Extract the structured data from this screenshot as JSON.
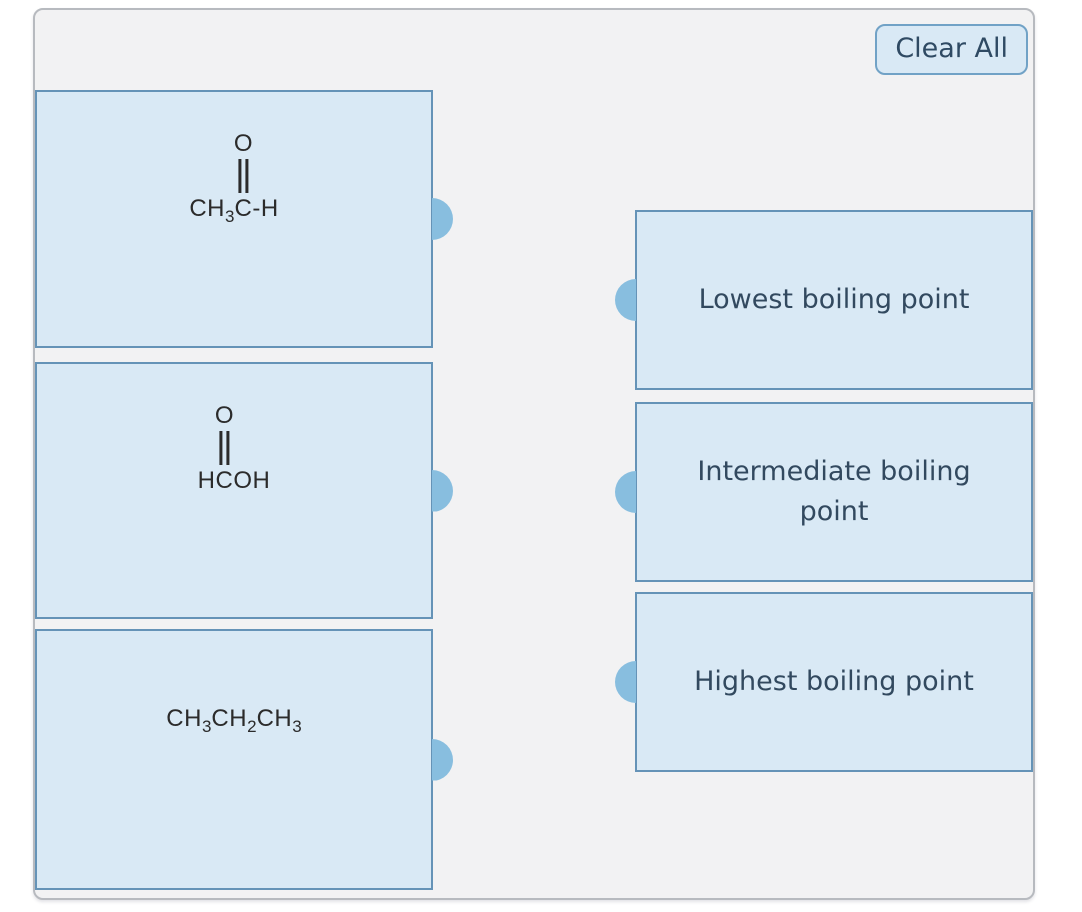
{
  "toolbar": {
    "clear_all_label": "Clear All"
  },
  "colors": {
    "page_bg": "#ffffff",
    "frame_bg": "#f2f2f3",
    "frame_border": "#b7babf",
    "card_bg": "#d9e9f5",
    "card_border": "#6593b7",
    "connector_dot": "#88bedf",
    "label_text": "#32495f",
    "formula_text": "#2b2b2b",
    "button_border": "#71a2c6",
    "button_text": "#2f4a63"
  },
  "left_cards": [
    {
      "name": "acetaldehyde",
      "above_label": "O",
      "tokens": [
        {
          "t": "CH"
        },
        {
          "t": "3",
          "sub": true
        },
        {
          "t": "C",
          "anchor": true
        },
        {
          "t": "-H"
        }
      ]
    },
    {
      "name": "formic-acid",
      "above_label": "O",
      "tokens": [
        {
          "t": "H"
        },
        {
          "t": "C",
          "anchor": true
        },
        {
          "t": "OH"
        }
      ]
    },
    {
      "name": "propane",
      "above_label": null,
      "tokens": [
        {
          "t": "CH"
        },
        {
          "t": "3",
          "sub": true
        },
        {
          "t": "CH"
        },
        {
          "t": "2",
          "sub": true
        },
        {
          "t": "CH"
        },
        {
          "t": "3",
          "sub": true
        }
      ]
    }
  ],
  "right_cards": [
    {
      "name": "lowest",
      "label": "Lowest boiling point"
    },
    {
      "name": "intermediate",
      "label": "Intermediate boiling point"
    },
    {
      "name": "highest",
      "label": "Highest boiling point"
    }
  ]
}
